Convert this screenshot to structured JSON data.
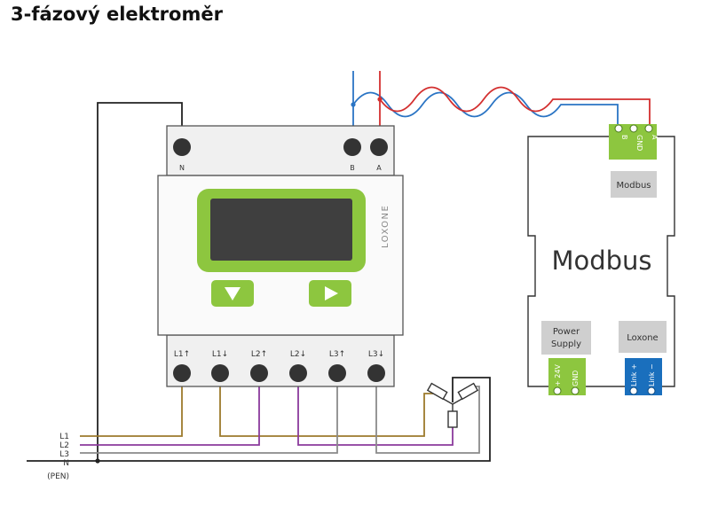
{
  "title": "3-fázový elektroměr",
  "meter": {
    "top_terminals": [
      "N",
      "B",
      "A"
    ],
    "bottom_terminals": [
      "L1↑",
      "L1↓",
      "L2↑",
      "L2↓",
      "L3↑",
      "L3↓"
    ],
    "brand": "LOXONE"
  },
  "modbus": {
    "name": "Modbus",
    "connector_label": "Modbus",
    "modbus_pins": [
      "B",
      "GND",
      "A"
    ],
    "power_label_line1": "Power",
    "power_label_line2": "Supply",
    "power_pins": [
      "+ 24V",
      "GND"
    ],
    "loxone_label": "Loxone",
    "link_pins": [
      "Link +",
      "Link −"
    ]
  },
  "lines": [
    "L1",
    "L2",
    "L3",
    "N",
    "(PEN)"
  ],
  "colors": {
    "accent_green": "#8dc63f",
    "link_blue": "#1a6fbd",
    "wire_blue": "#2a74c4",
    "wire_red": "#d32f2f",
    "wire_brown": "#9c7a2c",
    "wire_purple": "#8b3a9c",
    "wire_gray": "#8a8a8a",
    "wire_black": "#222222"
  }
}
